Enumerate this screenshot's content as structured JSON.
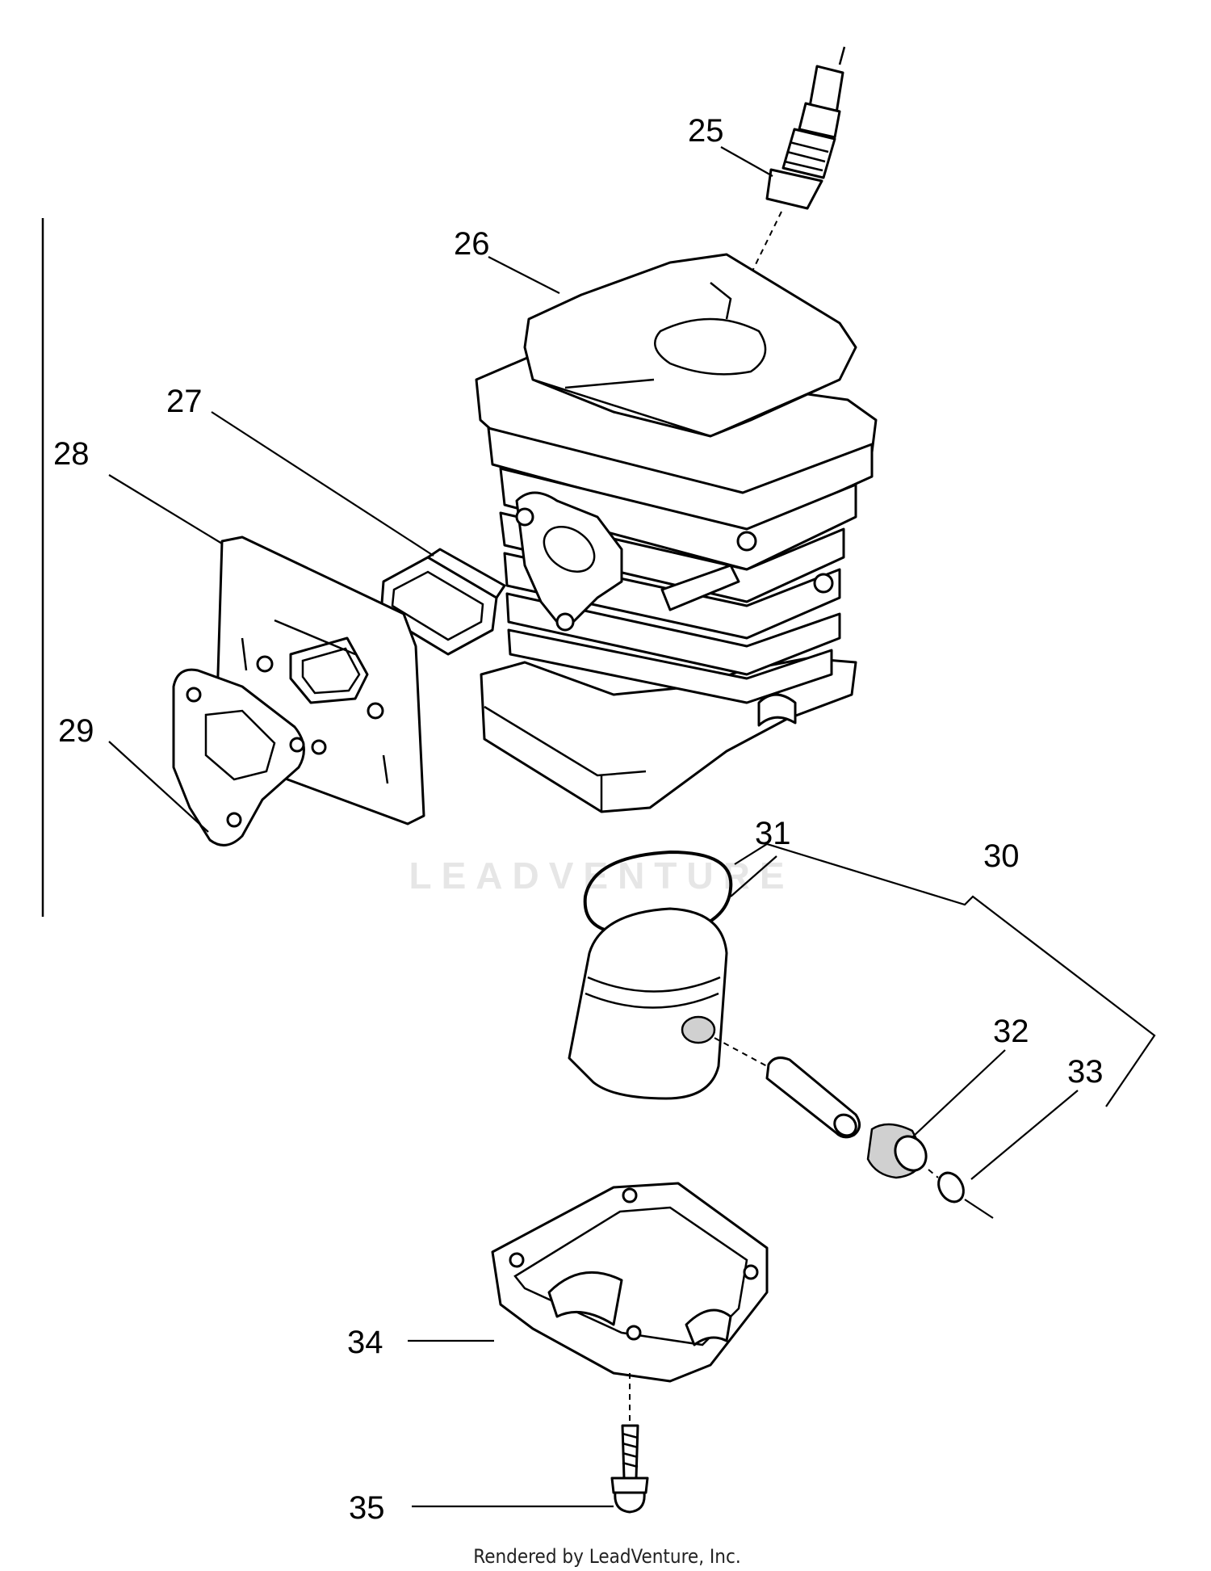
{
  "diagram": {
    "callouts": [
      {
        "id": "c25",
        "number": "25"
      },
      {
        "id": "c26",
        "number": "26"
      },
      {
        "id": "c27",
        "number": "27"
      },
      {
        "id": "c28",
        "number": "28"
      },
      {
        "id": "c29",
        "number": "29"
      },
      {
        "id": "c30",
        "number": "30"
      },
      {
        "id": "c31",
        "number": "31"
      },
      {
        "id": "c32",
        "number": "32"
      },
      {
        "id": "c33",
        "number": "33"
      },
      {
        "id": "c34",
        "number": "34"
      },
      {
        "id": "c35",
        "number": "35"
      }
    ],
    "watermark": "LEADVENTURE",
    "credit": "Rendered by LeadVenture, Inc."
  }
}
